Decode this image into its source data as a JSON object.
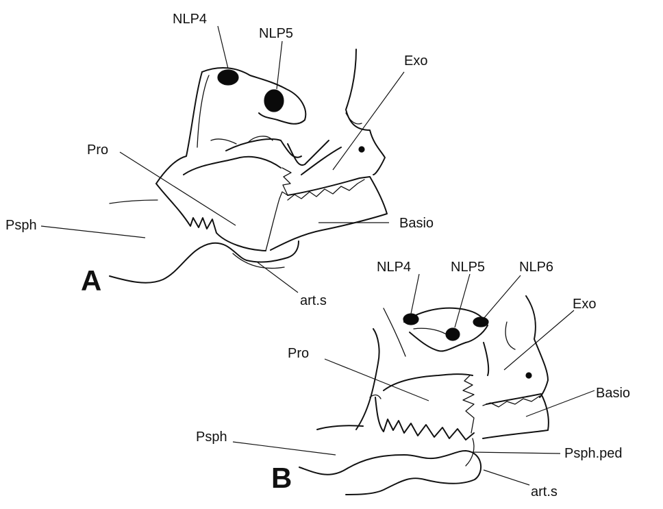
{
  "figure": {
    "panel_a": {
      "letter": "A",
      "labels": {
        "nlp4": "NLP4",
        "nlp5": "NLP5",
        "exo": "Exo",
        "pro": "Pro",
        "psph": "Psph",
        "basio": "Basio",
        "arts": "art.s"
      }
    },
    "panel_b": {
      "letter": "B",
      "labels": {
        "nlp4": "NLP4",
        "nlp5": "NLP5",
        "nlp6": "NLP6",
        "exo": "Exo",
        "pro": "Pro",
        "basio": "Basio",
        "psph": "Psph",
        "psph_ped": "Psph.ped",
        "arts": "art.s"
      }
    }
  }
}
